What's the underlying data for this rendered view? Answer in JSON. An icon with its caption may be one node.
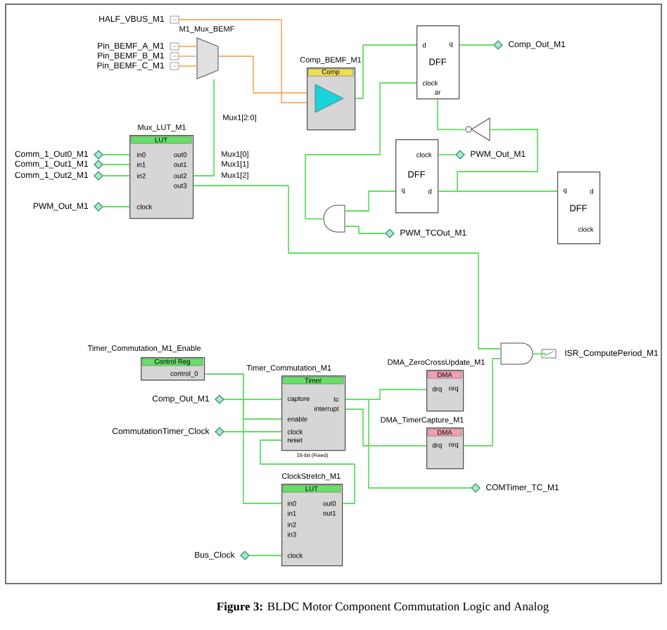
{
  "diagram": {
    "caption": "**Figure 3:** BLDC Motor Component Commutation Logic and Analog",
    "nodes": [
      {
        "text": [
          "HALF_VBUS_M1"
        ]
      },
      {
        "text": [
          "Pin_BEMF_A_M1"
        ]
      },
      {
        "text": [
          "Pin_BEMF_B_M1"
        ]
      },
      {
        "text": [
          "Pin_BEMF_C_M1"
        ]
      },
      {
        "text": [
          "M1_Mux_BEMF"
        ]
      },
      {
        "text": [
          "Comp_BEMF_M1",
          "Comp"
        ]
      },
      {
        "text": [
          "d",
          "q",
          "DFF",
          "clock",
          "ar"
        ]
      },
      {
        "text": [
          "Comp_Out_M1"
        ]
      },
      {
        "text": [
          "Mux_LUT_M1",
          "LUT",
          "in0",
          "in1",
          "in2",
          "clock",
          "out0",
          "out1",
          "out2",
          "out3"
        ]
      },
      {
        "text": [
          "Comm_1_Out0_M1"
        ]
      },
      {
        "text": [
          "Comm_1_Out1_M1"
        ]
      },
      {
        "text": [
          "Comm_1_Out2_M1"
        ]
      },
      {
        "text": [
          "PWM_Out_M1"
        ]
      },
      {
        "text": [],
        "shape": "triangle"
      },
      {
        "text": [
          "clock",
          "DFF",
          "q",
          "d"
        ]
      },
      {
        "text": [
          "PWM_Out_M1"
        ]
      },
      {
        "text": [],
        "shape": "gate"
      },
      {
        "text": [
          "PWM_TCOut_M1"
        ]
      },
      {
        "text": [
          "q",
          "d",
          "DFF",
          "clock"
        ]
      },
      {
        "text": [],
        "shape": "gate"
      },
      {
        "text": [
          "ISR_ComputePeriod_M1"
        ]
      },
      {
        "text": [
          "Timer_Commutation_M1_Enable",
          "Control Reg",
          "control_0"
        ]
      },
      {
        "text": [
          "Timer_Commutation_M1",
          "Timer",
          "capture",
          "tc",
          "interrupt",
          "enable",
          "clock",
          "reset",
          "16-bit (Fixed)"
        ]
      },
      {
        "text": [
          "Comp_Out_M1"
        ]
      },
      {
        "text": [
          "CommutationTimer_Clock"
        ]
      },
      {
        "text": [
          "DMA_ZeroCrossUpdate_M1",
          "DMA",
          "drq",
          "nrq"
        ]
      },
      {
        "text": [
          "DMA_TimerCapture_M1",
          "DMA",
          "drq",
          "nrq"
        ]
      },
      {
        "text": [
          "COMTimer_TC_M1"
        ]
      },
      {
        "text": [
          "ClockStretch_M1",
          "LUT",
          "in0",
          "in1",
          "in2",
          "in3",
          "clock",
          "out0",
          "out1"
        ]
      },
      {
        "text": [
          "Bus_Clock"
        ]
      }
    ],
    "edges": [
      {
        "from": 0,
        "to": 5,
        "arrow": "none",
        "color": "#f5b36b"
      },
      {
        "from": 1,
        "to": 4,
        "arrow": "none",
        "color": "#f5b36b"
      },
      {
        "from": 2,
        "to": 4,
        "arrow": "none",
        "color": "#f5b36b"
      },
      {
        "from": 3,
        "to": 4,
        "arrow": "none",
        "color": "#f5b36b"
      },
      {
        "from": 4,
        "to": 5,
        "arrow": "none",
        "color": "#f5b36b"
      },
      {
        "from": 8,
        "to": 4,
        "arrow": "none"
      },
      {
        "from": 9,
        "to": 8,
        "arrow": "none"
      },
      {
        "from": 10,
        "to": 8,
        "arrow": "none"
      },
      {
        "from": 11,
        "to": 8,
        "arrow": "none"
      },
      {
        "from": 12,
        "to": 8,
        "arrow": "none"
      },
      {
        "from": 5,
        "to": 6,
        "arrow": "none"
      },
      {
        "from": 16,
        "to": 6,
        "arrow": "none"
      },
      {
        "from": 6,
        "to": 7,
        "arrow": "none"
      },
      {
        "from": 6,
        "to": 13,
        "arrow": "none"
      },
      {
        "from": 18,
        "to": 13,
        "arrow": "none"
      },
      {
        "from": 14,
        "to": 18,
        "arrow": "none"
      },
      {
        "from": 15,
        "to": 14,
        "arrow": "none"
      },
      {
        "from": 14,
        "to": 16,
        "arrow": "none"
      },
      {
        "from": 16,
        "to": 17,
        "arrow": "none"
      },
      {
        "from": 8,
        "to": 19,
        "arrow": "none"
      },
      {
        "from": 19,
        "to": 20,
        "arrow": "none"
      },
      {
        "from": 26,
        "to": 19,
        "arrow": "none"
      },
      {
        "from": 21,
        "to": 22,
        "arrow": "none"
      },
      {
        "from": 21,
        "to": 28,
        "arrow": "none"
      },
      {
        "from": 23,
        "to": 22,
        "arrow": "none"
      },
      {
        "from": 24,
        "to": 22,
        "arrow": "none"
      },
      {
        "from": 22,
        "to": 25,
        "arrow": "none"
      },
      {
        "from": 22,
        "to": 26,
        "arrow": "none"
      },
      {
        "from": 22,
        "to": 27,
        "arrow": "none"
      },
      {
        "from": 29,
        "to": 28,
        "arrow": "none"
      },
      {
        "from": 28,
        "to": 22,
        "arrow": "none"
      }
    ],
    "labels": [
      "Mux1[2:0]",
      "Mux1[0]",
      "Mux1[1]",
      "Mux1[2]"
    ]
  }
}
